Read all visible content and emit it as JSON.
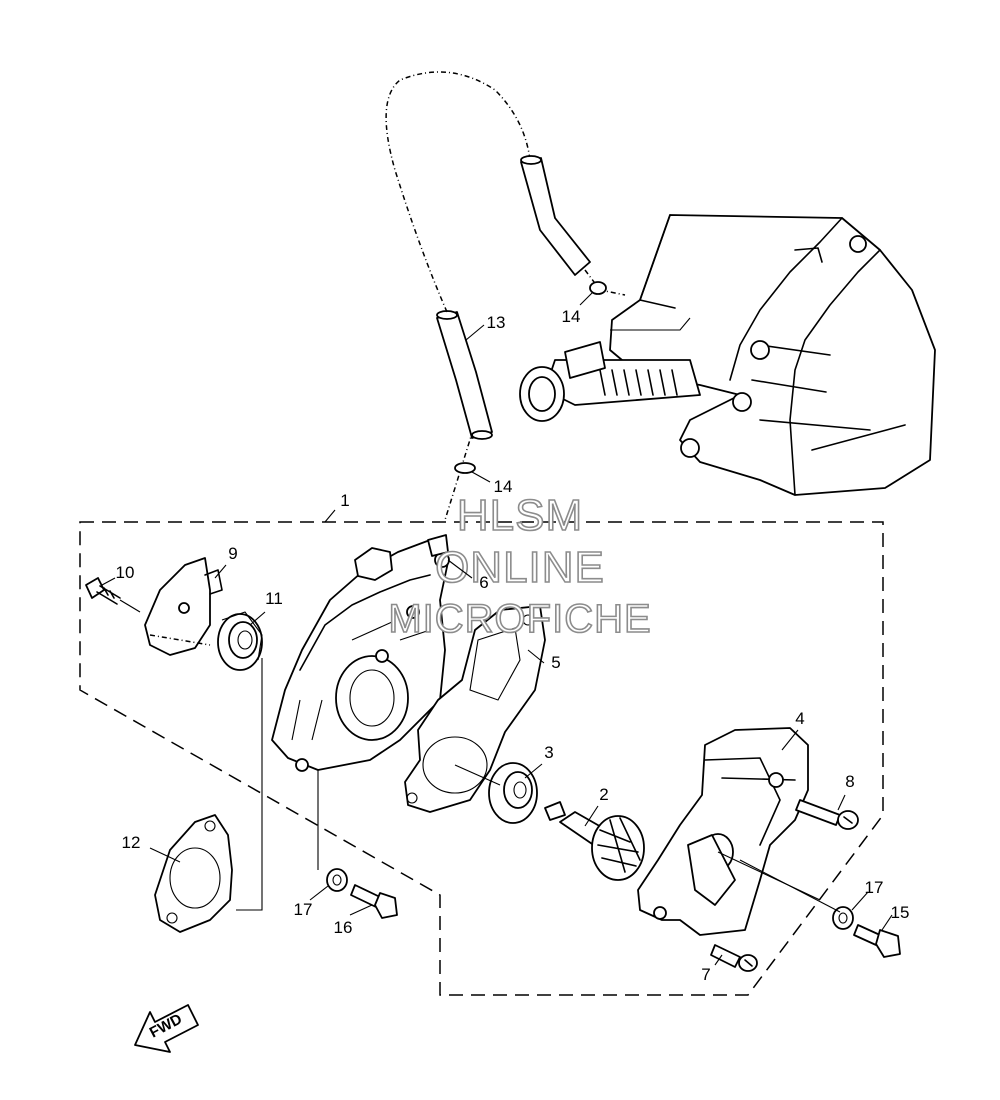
{
  "watermark": {
    "line1": "HLSM",
    "line2": "ONLINE",
    "line3": "MICROFICHE"
  },
  "fwd_label": "FWD",
  "callouts": [
    {
      "id": "c1",
      "label": "1"
    },
    {
      "id": "c2",
      "label": "2"
    },
    {
      "id": "c3",
      "label": "3"
    },
    {
      "id": "c4",
      "label": "4"
    },
    {
      "id": "c5",
      "label": "5"
    },
    {
      "id": "c6",
      "label": "6"
    },
    {
      "id": "c7",
      "label": "7"
    },
    {
      "id": "c8",
      "label": "8"
    },
    {
      "id": "c9",
      "label": "9"
    },
    {
      "id": "c10",
      "label": "10"
    },
    {
      "id": "c11",
      "label": "11"
    },
    {
      "id": "c12",
      "label": "12"
    },
    {
      "id": "c13",
      "label": "13"
    },
    {
      "id": "c14a",
      "label": "14"
    },
    {
      "id": "c14b",
      "label": "14"
    },
    {
      "id": "c15",
      "label": "15"
    },
    {
      "id": "c16",
      "label": "16"
    },
    {
      "id": "c17a",
      "label": "17"
    },
    {
      "id": "c17b",
      "label": "17"
    }
  ]
}
